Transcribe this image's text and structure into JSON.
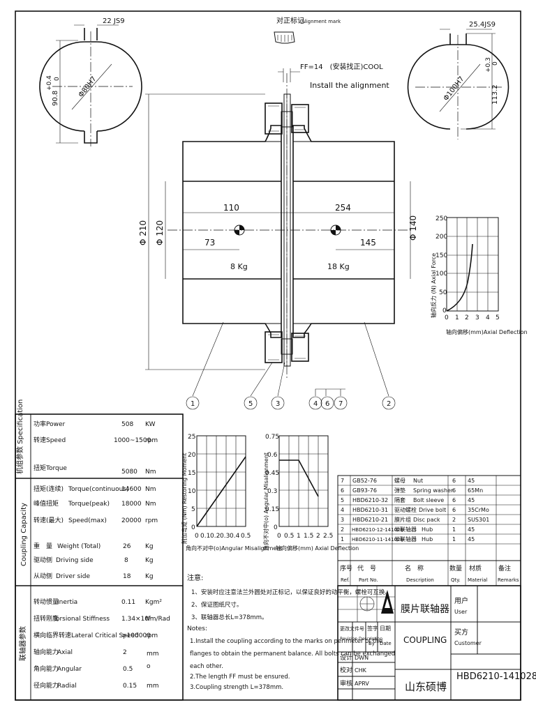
{
  "alignment_mark": {
    "cn": "对正标记",
    "en": "Alignment mark"
  },
  "ff_note": {
    "line1": "FF=14　(安装找正)COOL",
    "line2": "Install the alignment"
  },
  "left_hub_detail": {
    "key": "22 JS9",
    "bore": "Φ80H7",
    "depth": "90.8",
    "tol_plus": "+0.4",
    "tol_zero": "0"
  },
  "right_hub_detail": {
    "key": "25.4JS9",
    "bore": "Φ100H7",
    "depth": "113.2",
    "tol_plus": "+0.3",
    "tol_zero": "0"
  },
  "section": {
    "dia_210": "Φ 210",
    "dia_120": "Φ 120",
    "dia_140": "Φ 140",
    "d110": "110",
    "d254": "254",
    "d73": "73",
    "d145": "145",
    "m8": "8 Kg",
    "m18": "18 Kg"
  },
  "balloons": [
    "1",
    "5",
    "3",
    "4",
    "6",
    "7",
    "2"
  ],
  "axial_chart": {
    "ylabel": "轴向反力 (N) Axial Force",
    "xlabel": "轴向偏移(mm)Axial Deflection",
    "yticks": [
      "250",
      "200",
      "150",
      "100",
      "50",
      "0"
    ],
    "xticks": [
      "0",
      "1",
      "2",
      "3",
      "4",
      "5"
    ]
  },
  "restoring_chart": {
    "ylabel": "附加弯矩 (Nm) Restoring Moment",
    "xlabel": "角向不对中(o)Angular Misalignment",
    "yticks": [
      "25",
      "20",
      "15",
      "10",
      "5",
      "0"
    ],
    "xticks": [
      "0",
      "0.1",
      "0.2",
      "0.3",
      "0.4",
      "0.5"
    ]
  },
  "angular_chart": {
    "ylabel": "角向不对中(o) Angular Misalignment",
    "xlabel": "轴向偏移(mm) Axial Deflection",
    "yticks": [
      "0.75",
      "0.6",
      "0.45",
      "0.3",
      "0.15",
      "0"
    ],
    "xticks": [
      "0",
      "0.5",
      "1",
      "1.5",
      "2",
      "2.5"
    ]
  },
  "spec": {
    "group1": "机组参数 Specification",
    "group2": "Coupling Capacity",
    "group3": "联轴器参数",
    "rows": [
      {
        "cn": "功率",
        "en": "Power",
        "val": "508",
        "unit": "KW"
      },
      {
        "cn": "转速",
        "en": "Speed",
        "val": "1000~1500",
        "unit": "rpm"
      },
      {
        "cn": "扭矩",
        "en": "Torque",
        "val": "5080",
        "unit": "Nm"
      },
      {
        "cn": "扭矩(连续)",
        "en": "Torque(continuous)",
        "val": "14600",
        "unit": "Nm"
      },
      {
        "cn": "峰值扭矩",
        "en": "Torque(peak)",
        "val": "18000",
        "unit": "Nm"
      },
      {
        "cn": "转速(最大)",
        "en": "Speed(max)",
        "val": "20000",
        "unit": "rpm"
      },
      {
        "cn": "重　量",
        "en": "Weight (Total)",
        "val": "26",
        "unit": "Kg"
      },
      {
        "cn": "驱动侧",
        "en": "Driving side",
        "val": "8",
        "unit": "Kg"
      },
      {
        "cn": "从动侧",
        "en": "Driver side",
        "val": "18",
        "unit": "Kg"
      },
      {
        "cn": "转动惯量",
        "en": "Inertia",
        "val": "0.11",
        "unit": "Kgm²"
      },
      {
        "cn": "扭转刚度",
        "en": "Torsional Stiffness",
        "val": "1.34×10⁶",
        "unit": "Nm/Rad"
      },
      {
        "cn": "横向临界转速",
        "en": "Lateral Critical Speed",
        "val": ">100000",
        "unit": "rpm"
      },
      {
        "cn": "轴向能力",
        "en": "Axial",
        "val": "2",
        "unit": "mm"
      },
      {
        "cn": "角向能力",
        "en": "Angular",
        "val": "0.5",
        "unit": "o"
      },
      {
        "cn": "径向能力",
        "en": "Radial",
        "val": "0.15",
        "unit": "mm"
      }
    ]
  },
  "notes": {
    "title": "注意:",
    "cn": [
      "1、安装时应注意法兰外圆处对正标记，以保证良好的动平衡，螺栓可互换。",
      "2、保证图纸尺寸。",
      "3、联轴器总长L=378mm。"
    ],
    "en_title": "Notes:",
    "en": [
      "1.Install the coupling according to the marks on perimeter of the",
      "flanges to obtain the permanent balance. All bolts can be exchanged",
      "each other.",
      "2.The length FF must be ensured.",
      "3.Coupling strength L=378mm."
    ]
  },
  "bom": {
    "rows": [
      {
        "no": "7",
        "code": "GB52-76",
        "cn": "螺母",
        "en": "Nut",
        "qty": "6",
        "mat": "45"
      },
      {
        "no": "6",
        "code": "GB93-76",
        "cn": "弹垫",
        "en": "Spring washer",
        "qty": "6",
        "mat": "65Mn"
      },
      {
        "no": "5",
        "code": "HBD6210-32",
        "cn": "隔套",
        "en": "Bolt sleeve",
        "qty": "6",
        "mat": "45"
      },
      {
        "no": "4",
        "code": "HBD6210-31",
        "cn": "驱动螺栓",
        "en": "Drive bolt",
        "qty": "6",
        "mat": "35CrMo"
      },
      {
        "no": "3",
        "code": "HBD6210-21",
        "cn": "膜片组",
        "en": "Disc pack",
        "qty": "2",
        "mat": "SUS301"
      },
      {
        "no": "2",
        "code": "HBD6210-12-141028",
        "cn": "半联轴器",
        "en": "Hub",
        "qty": "1",
        "mat": "45"
      },
      {
        "no": "1",
        "code": "HBD6210-11-141028",
        "cn": "半联轴器",
        "en": "Hub",
        "qty": "1",
        "mat": "45"
      }
    ],
    "header": {
      "no": "序号",
      "no_en": "Ref.",
      "code": "代　号",
      "code_en": "Part No.",
      "name": "名　称",
      "name_en": "Description",
      "qty": "数量",
      "qty_en": "Qty.",
      "mat": "材质",
      "mat_en": "Material",
      "rem": "备注",
      "rem_en": "Remarks"
    }
  },
  "title_block": {
    "product_cn": "膜片联轴器",
    "product_en": "COUPLING",
    "user_cn": "用户",
    "user_en": "User",
    "customer_cn": "买方",
    "customer_en": "Customer",
    "rev_cn": "更改文件号",
    "rev_en": "Revision Description",
    "sign_cn": "签字",
    "sign_en": "By",
    "date_cn": "日期",
    "date_en": "Date",
    "drawn": "设计",
    "drawn_en": "DWN",
    "check": "校对",
    "check_en": "CHK",
    "approve": "审核",
    "approve_en": "APRV",
    "company": "山东硕博",
    "drawing_no": "HBD6210-141028"
  }
}
